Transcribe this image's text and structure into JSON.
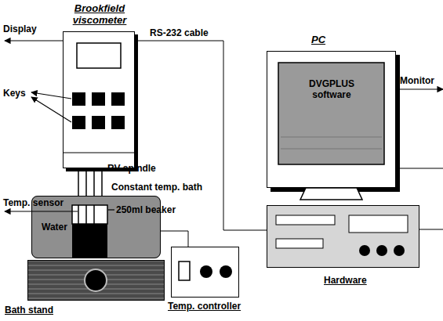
{
  "diagram": {
    "nodes": [
      {
        "text": [
          "Brookfield viscometer"
        ]
      },
      {
        "text": [
          "PC",
          "DVGPLUS software"
        ]
      },
      {
        "text": [
          "Water"
        ]
      },
      {
        "text": [
          "Hardware"
        ]
      },
      {
        "text": [
          "Bath stand"
        ]
      },
      {
        "text": [
          "Temp. controller"
        ]
      }
    ],
    "edges": [
      {
        "from": 0,
        "to": 3,
        "label": "RS-232 cable",
        "arrow": "none"
      },
      {
        "from": 2,
        "to": 5,
        "arrow": "none"
      }
    ],
    "labels": [
      "Display",
      "Keys",
      "RV spindle",
      "Constant temp. bath",
      "Temp. sensor",
      "250ml beaker",
      "Monitor"
    ]
  }
}
